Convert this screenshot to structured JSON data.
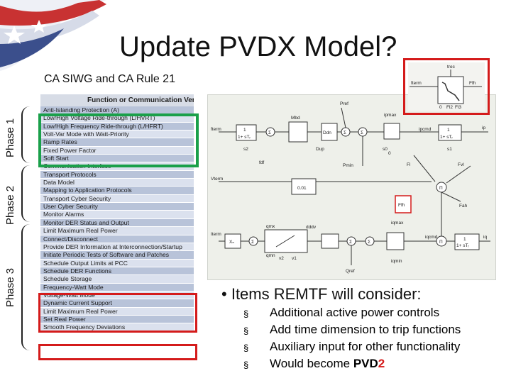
{
  "slide": {
    "title": "Update PVDX Model?",
    "subtitle": "CA SIWG and CA Rule 21",
    "phases": [
      "Phase 1",
      "Phase 2",
      "Phase 3"
    ]
  },
  "table": {
    "header": "Function or Communication Verification",
    "rows": [
      "Anti-Islanding Protection (A)",
      "Low/High Voltage Ride-through (L/HVRT)",
      "Low/High Frequency Ride-through (L/HFRT)",
      "Volt-Var Mode with Watt-Priority",
      "Ramp Rates",
      "Fixed Power Factor",
      "Soft Start",
      "Communication Interface",
      "Transport Protocols",
      "Data Model",
      "Mapping to Application Protocols",
      "Transport Cyber Security",
      "User Cyber Security",
      "Monitor Alarms",
      "Monitor DER Status and Output",
      "Limit Maximum Real Power",
      "Connect/Disconnect",
      "Provide DER Information at Interconnection/Startup",
      "Initiate Periodic Tests of Software and Patches",
      "Schedule Output Limits at PCC",
      "Schedule DER Functions",
      "Schedule Storage",
      "Frequency-Watt Mode",
      "Voltage-Watt Mode",
      "Dynamic Current Support",
      "Limit Maximum Real Power",
      "Set Real Power",
      "Smooth Frequency Deviations"
    ]
  },
  "diagram": {
    "labels": {
      "pref": "Pref",
      "fterm": "fterm",
      "mbd": "Mbd",
      "ddn": "Ddn",
      "dup": "Dup",
      "ipmax": "ipmax",
      "ipcmd": "ipcmd",
      "ip": "ip",
      "s1a": "1",
      "s1b": "1+ sTᵣ",
      "s2": "s2",
      "fdf": "fdf",
      "pmin": "Pmin",
      "zero": "0",
      "s0": "s0",
      "s1": "s1",
      "pref2": "Pref",
      "fl": "Fl",
      "fvl": "Fvl",
      "vterm": "Vterm",
      "k001": "0.01",
      "ffh": "Ffh",
      "fah": "Fah",
      "iqmax": "iqmax",
      "iterm": "Iterm",
      "xn": "Xₙ",
      "qmx": "qmx",
      "qmn": "qmn",
      "dddv": "dddv",
      "v1": "v1",
      "v2": "v2",
      "iqcmd": "iqcmd",
      "iq": "iq",
      "iqmin": "iqmin",
      "qref": "Qref",
      "pi": "Π",
      "sum": "Σ"
    }
  },
  "inset": {
    "trec": "trec",
    "fterm": "fterm",
    "ffh": "Ffh",
    "fl2": "Fl2",
    "fl3": "Fl3",
    "zero": "0"
  },
  "bullets": {
    "main": "Items REMTF will consider:",
    "items": [
      "Additional active power controls",
      "Add time dimension to trip functions",
      "Auxiliary input for other functionality"
    ],
    "last_prefix": "Would become ",
    "last_bold_black": "PVD",
    "last_bold_red": "2",
    "square_glyph": "§",
    "bullet_glyph": "•"
  },
  "colors": {
    "green_box": "#1aa04a",
    "red_box": "#d41b1b",
    "flag_blue": "#3b4f8c",
    "flag_red": "#c83232",
    "row_dark": "#b8c3d9",
    "row_light": "#dbe1ee"
  }
}
